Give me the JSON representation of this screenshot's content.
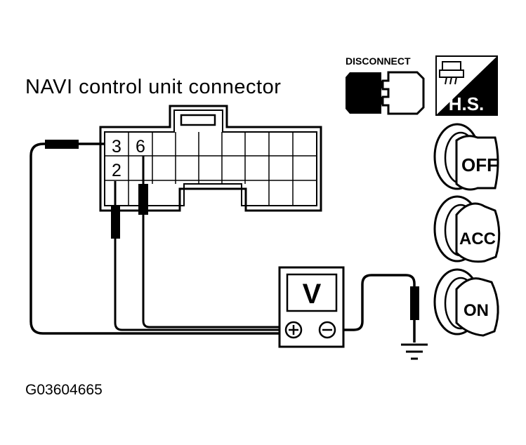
{
  "diagram": {
    "title": "NAVI control unit connector",
    "figure_id": "G03604665",
    "disconnect_label": "DISCONNECT",
    "hs_label": "H.S.",
    "pin_labels": [
      "3",
      "6",
      "2"
    ],
    "meter_label": "V",
    "meter_plus": "⊕",
    "meter_minus": "⊖",
    "key_positions": [
      "OFF",
      "ACC",
      "ON"
    ]
  }
}
